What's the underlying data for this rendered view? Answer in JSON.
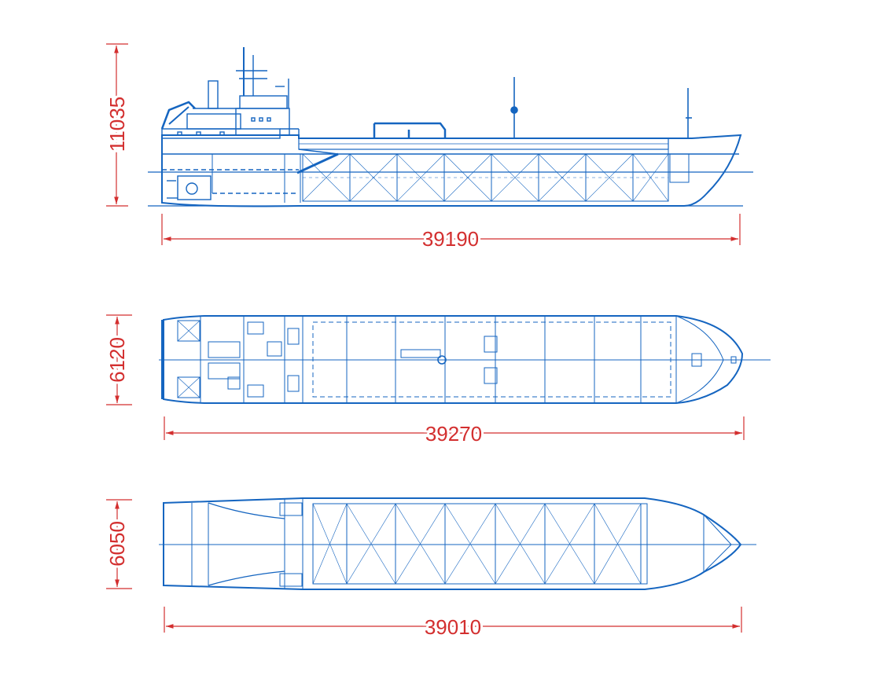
{
  "colors": {
    "hull_line": "#1565c0",
    "hull_fill": "none",
    "dimension_line": "#d32f2f",
    "background": "#ffffff"
  },
  "views": {
    "profile": {
      "length_label": "39190",
      "height_label": "11035"
    },
    "main_deck_plan": {
      "length_label": "39270",
      "width_label": "6120"
    },
    "tank_top_plan": {
      "length_label": "39010",
      "width_label": "6050"
    }
  }
}
